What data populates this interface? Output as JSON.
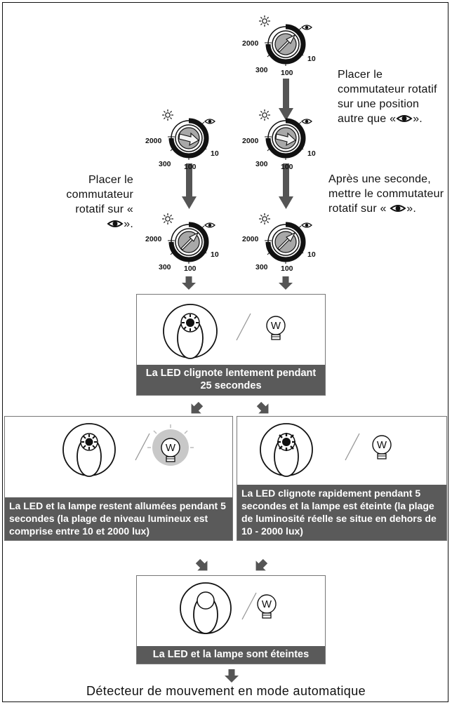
{
  "steps": {
    "right_top": "Placer le commutateur rotatif sur une position autre que",
    "right_top_end": "».",
    "right_mid": "Après une seconde, mettre le commutateur rotatif sur «",
    "right_mid_end": "».",
    "left": "Placer le commutateur rotatif sur «",
    "left_end": "»."
  },
  "dial": {
    "label_2000": "2000",
    "label_300": "300",
    "label_100": "100",
    "label_10": "10",
    "open_quote": "«"
  },
  "lamp_letter": "W",
  "boxes": {
    "slow_blink": "La LED clignote lentement pendant 25 secondes",
    "success": "La LED et la lampe restent allumées pendant 5 secondes (la plage de niveau lumineux est comprise entre 10 et 2000 lux)",
    "failure": "La LED clignote rapidement pendant 5 secondes et la lampe est éteinte (la plage de luminosité réelle se situe en dehors de 10 - 2000 lux)",
    "off": "La LED et la lampe sont éteintes"
  },
  "footer": "Détecteur de mouvement en mode automatique"
}
